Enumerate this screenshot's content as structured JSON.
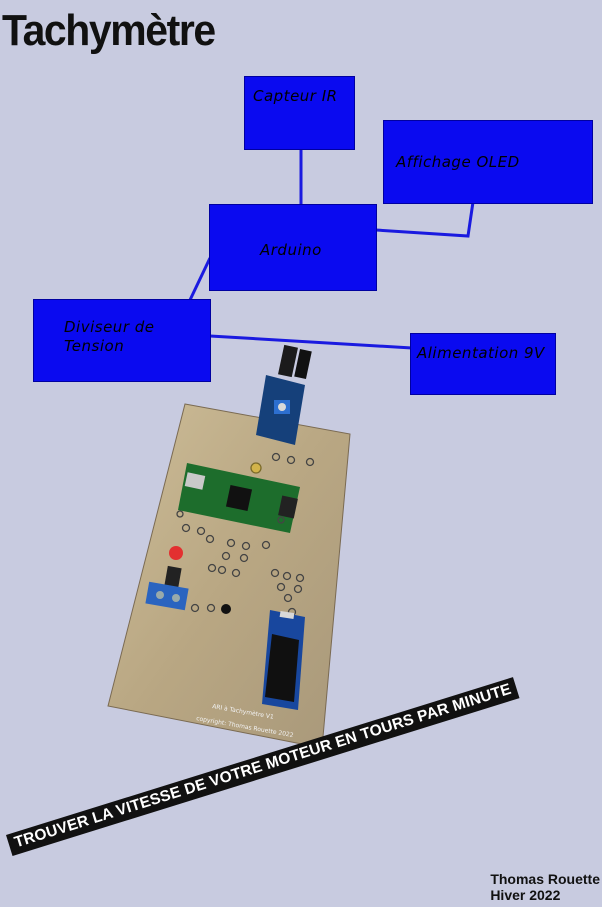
{
  "title": "Tachymètre",
  "diagram": {
    "nodes": {
      "capteur": "Capteur IR",
      "affichage": "Affichage OLED",
      "arduino": "Arduino",
      "diviseur": "Diviseur de Tension",
      "alimentation": "Alimentation 9V"
    },
    "connections": [
      [
        "capteur",
        "arduino"
      ],
      [
        "arduino",
        "affichage"
      ],
      [
        "arduino",
        "diviseur"
      ],
      [
        "diviseur",
        "alimentation"
      ]
    ],
    "box_color": "#0a0af0",
    "line_color": "#1a1ae0"
  },
  "photo": {
    "board_label_1": "ARI à Tachymètre V1",
    "board_label_2": "copyright: Thomas Rouette 2022"
  },
  "banner": "TROUVER LA VITESSE DE VOTRE MOTEUR EN TOURS PAR MINUTE",
  "author": {
    "name": "Thomas Rouette",
    "date": "Hiver 2022"
  },
  "colors": {
    "background": "#c8cbe0",
    "board": "#bfae8c",
    "banner_bg": "#111111"
  }
}
